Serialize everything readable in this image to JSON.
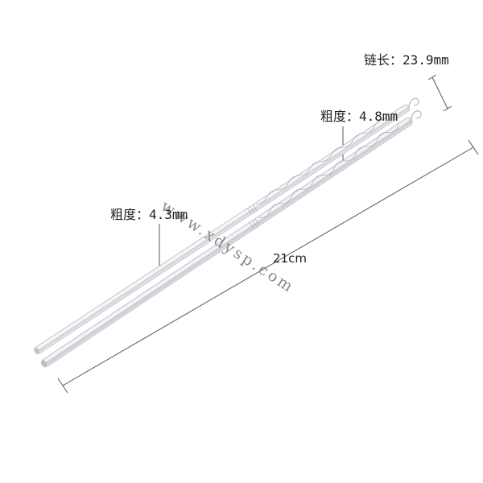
{
  "annotations": {
    "chain_length": "链长：23.9mm",
    "thickness_top": "粗度：4.8mm",
    "thickness_left": "粗度：4.3mm",
    "length": "21cm"
  },
  "watermark": "www.xdysp.com",
  "colors": {
    "background": "#ffffff",
    "silver_light": "#f4f5f7",
    "silver_mid": "#d7d9de",
    "silver_dark": "#a9acb2",
    "dimension_line": "#555555"
  }
}
